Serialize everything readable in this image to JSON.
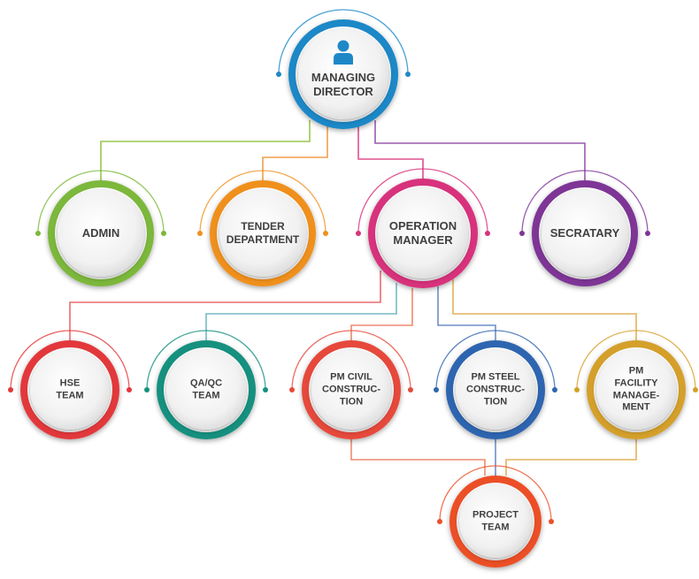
{
  "nodes": {
    "md": {
      "label": "MANAGING\nDIRECTOR",
      "color": "#1e88c7",
      "icon": "person-icon"
    },
    "admin": {
      "label": "ADMIN",
      "color": "#7cb83a"
    },
    "tender": {
      "label": "TENDER\nDEPARTMENT",
      "color": "#f0901f"
    },
    "op": {
      "label": "OPERATION\nMANAGER",
      "color": "#d8327b"
    },
    "sec": {
      "label": "SECRATARY",
      "color": "#7e3596"
    },
    "hse": {
      "label": "HSE\nTEAM",
      "color": "#e3373a"
    },
    "qa": {
      "label": "QA/QC\nTEAM",
      "color": "#17907f"
    },
    "civil": {
      "label": "PM CIVIL\nCONSTRUC-\nTION",
      "color": "#e64a3b"
    },
    "steel": {
      "label": "PM STEEL\nCONSTRUC-\nTION",
      "color": "#2f65b0"
    },
    "facility": {
      "label": "PM\nFACILITY\nMANAGE-\nMENT",
      "color": "#d4a02a"
    },
    "project": {
      "label": "PROJECT\nTEAM",
      "color": "#ec4f28"
    }
  },
  "edges": [
    {
      "from": "md",
      "to": "admin",
      "color": "#9ac64f"
    },
    {
      "from": "md",
      "to": "tender",
      "color": "#f0a04a"
    },
    {
      "from": "md",
      "to": "op",
      "color": "#e0508d"
    },
    {
      "from": "md",
      "to": "sec",
      "color": "#9a5aad"
    },
    {
      "from": "op",
      "to": "hse",
      "color": "#ea6a6c"
    },
    {
      "from": "op",
      "to": "qa",
      "color": "#76b9c6"
    },
    {
      "from": "op",
      "to": "civil",
      "color": "#ee8a6e"
    },
    {
      "from": "op",
      "to": "steel",
      "color": "#6e8fc8"
    },
    {
      "from": "op",
      "to": "facility",
      "color": "#e2b25c"
    },
    {
      "from": "civil",
      "to": "project",
      "color": "#ee8a6e"
    },
    {
      "from": "steel",
      "to": "project",
      "color": "#6e8fc8"
    },
    {
      "from": "facility",
      "to": "project",
      "color": "#e2b25c"
    }
  ]
}
